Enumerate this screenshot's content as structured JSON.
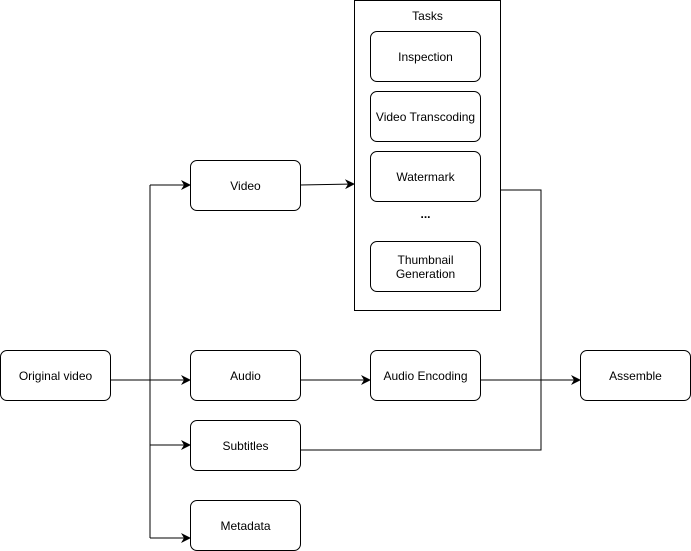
{
  "nodes": {
    "original_video": "Original video",
    "video": "Video",
    "audio": "Audio",
    "subtitles": "Subtitles",
    "metadata": "Metadata",
    "audio_encoding": "Audio Encoding",
    "assemble": "Assemble"
  },
  "tasks_group": {
    "title": "Tasks",
    "items": [
      "Inspection",
      "Video Transcoding",
      "Watermark"
    ],
    "ellipsis": "...",
    "last_item": "Thumbnail Generation"
  },
  "colors": {
    "stroke": "#000000",
    "background": "#ffffff"
  }
}
